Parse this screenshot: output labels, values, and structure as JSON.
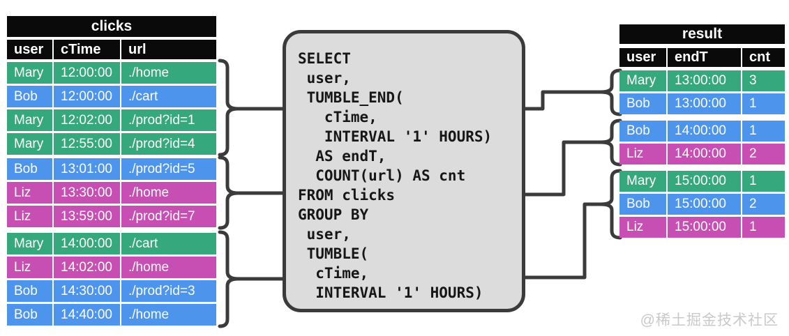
{
  "clicks_table": {
    "title": "clicks",
    "columns": [
      "user",
      "cTime",
      "url"
    ],
    "groups": [
      {
        "rows": [
          {
            "color": "green",
            "cells": [
              "Mary",
              "12:00:00",
              "./home"
            ]
          },
          {
            "color": "blue",
            "cells": [
              "Bob",
              "12:00:00",
              "./cart"
            ]
          },
          {
            "color": "green",
            "cells": [
              "Mary",
              "12:02:00",
              "./prod?id=1"
            ]
          },
          {
            "color": "green",
            "cells": [
              "Mary",
              "12:55:00",
              "./prod?id=4"
            ]
          }
        ]
      },
      {
        "rows": [
          {
            "color": "blue",
            "cells": [
              "Bob",
              "13:01:00",
              "./prod?id=5"
            ]
          },
          {
            "color": "magenta",
            "cells": [
              "Liz",
              "13:30:00",
              "./home"
            ]
          },
          {
            "color": "magenta",
            "cells": [
              "Liz",
              "13:59:00",
              "./prod?id=7"
            ]
          }
        ]
      },
      {
        "rows": [
          {
            "color": "green",
            "cells": [
              "Mary",
              "14:00:00",
              "./cart"
            ]
          },
          {
            "color": "magenta",
            "cells": [
              "Liz",
              "14:02:00",
              "./home"
            ]
          },
          {
            "color": "blue",
            "cells": [
              "Bob",
              "14:30:00",
              "./prod?id=3"
            ]
          },
          {
            "color": "blue",
            "cells": [
              "Bob",
              "14:40:00",
              "./home"
            ]
          }
        ]
      }
    ]
  },
  "sql": {
    "code": "SELECT\n user,\n TUMBLE_END(\n   cTime,\n   INTERVAL '1' HOURS)\n  AS endT,\n  COUNT(url) AS cnt\nFROM clicks\nGROUP BY\n user,\n TUMBLE(\n  cTime,\n  INTERVAL '1' HOURS)"
  },
  "result_table": {
    "title": "result",
    "columns": [
      "user",
      "endT",
      "cnt"
    ],
    "groups": [
      {
        "rows": [
          {
            "color": "green",
            "cells": [
              "Mary",
              "13:00:00",
              "3"
            ]
          },
          {
            "color": "blue",
            "cells": [
              "Bob",
              "13:00:00",
              "1"
            ]
          }
        ]
      },
      {
        "rows": [
          {
            "color": "blue",
            "cells": [
              "Bob",
              "14:00:00",
              "1"
            ]
          },
          {
            "color": "magenta",
            "cells": [
              "Liz",
              "14:00:00",
              "2"
            ]
          }
        ]
      },
      {
        "rows": [
          {
            "color": "green",
            "cells": [
              "Mary",
              "15:00:00",
              "1"
            ]
          },
          {
            "color": "blue",
            "cells": [
              "Bob",
              "15:00:00",
              "2"
            ]
          },
          {
            "color": "magenta",
            "cells": [
              "Liz",
              "15:00:00",
              "1"
            ]
          }
        ]
      }
    ]
  },
  "watermark": "@稀土掘金技术社区",
  "colors": {
    "green": "#35A87E",
    "blue": "#4D95EC",
    "magenta": "#C74FB4",
    "header_bg": "#0A0A0A",
    "box_bg": "#DCDCDC",
    "line": "#3B3B3B"
  }
}
